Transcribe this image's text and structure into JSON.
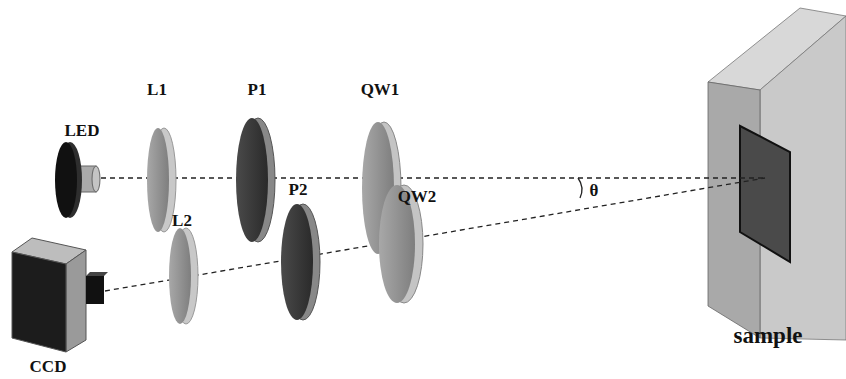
{
  "diagram": {
    "labels": [
      "LED",
      "L1",
      "P1",
      "QW1",
      "P2",
      "QW2",
      "L2",
      "CCD",
      "θ",
      "sample"
    ]
  }
}
